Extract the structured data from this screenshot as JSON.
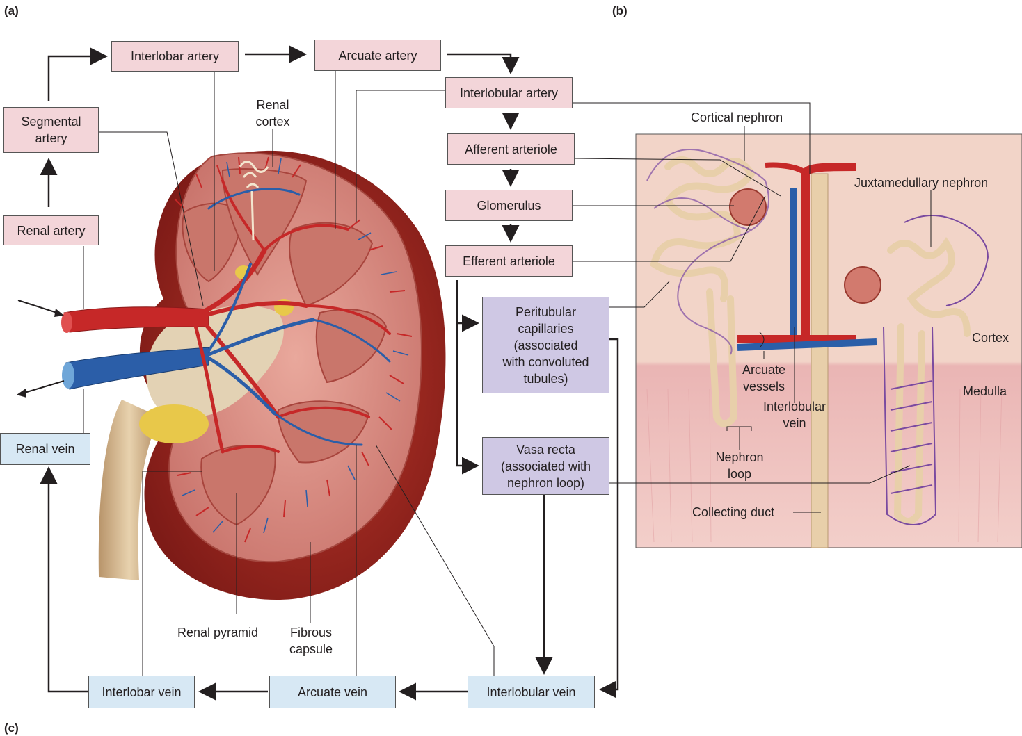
{
  "panels": {
    "a": "(a)",
    "b": "(b)",
    "c": "(c)"
  },
  "flow_boxes": {
    "renal_artery": "Renal artery",
    "segmental_artery": [
      "Segmental",
      "artery"
    ],
    "interlobar_artery": "Interlobar artery",
    "arcuate_artery": "Arcuate artery",
    "interlobular_artery": "Interlobular artery",
    "afferent_arteriole": "Afferent arteriole",
    "glomerulus": "Glomerulus",
    "efferent_arteriole": "Efferent arteriole",
    "peritubular_capillaries": [
      "Peritubular",
      "capillaries",
      "(associated",
      "with convoluted",
      "tubules)"
    ],
    "vasa_recta": [
      "Vasa recta",
      "(associated with",
      "nephron loop)"
    ],
    "interlobular_vein": "Interlobular vein",
    "arcuate_vein": "Arcuate vein",
    "interlobar_vein": "Interlobar vein",
    "renal_vein": "Renal vein"
  },
  "kidney_labels": {
    "renal_cortex": [
      "Renal",
      "cortex"
    ],
    "renal_pyramid": "Renal pyramid",
    "fibrous_capsule": [
      "Fibrous",
      "capsule"
    ]
  },
  "nephron_labels": {
    "cortical_nephron": "Cortical nephron",
    "juxtamedullary_nephron": "Juxtamedullary nephron",
    "cortex": "Cortex",
    "medulla": "Medulla",
    "arcuate_vessels": [
      "Arcuate",
      "vessels"
    ],
    "interlobular_vein": [
      "Interlobular",
      "vein"
    ],
    "nephron_loop": [
      "Nephron",
      "loop"
    ],
    "collecting_duct": "Collecting duct"
  },
  "colors": {
    "artery_box": "#f3d5d9",
    "vein_box": "#d7e8f4",
    "capillary_box": "#cfc8e4",
    "artery": "#c62828",
    "vein": "#2b5ea8",
    "capsule": "#a82a2a",
    "cortex_tissue": "#d98f86",
    "medulla_tissue": "#f0c4c2"
  }
}
